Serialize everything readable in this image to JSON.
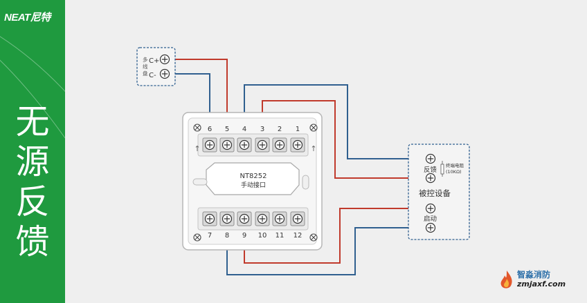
{
  "brand": {
    "logo_text": "NEAT尼特"
  },
  "sidebar": {
    "title_lines": [
      "无",
      "源",
      "反",
      "馈"
    ]
  },
  "bus_box": {
    "label_chars": [
      "多",
      "线",
      "盘"
    ],
    "c_plus": "C+",
    "c_minus": "C-"
  },
  "module": {
    "model": "NT8252",
    "name": "手动接口",
    "top_terminals": [
      "6",
      "5",
      "4",
      "3",
      "2",
      "1"
    ],
    "bottom_terminals": [
      "7",
      "8",
      "9",
      "10",
      "11",
      "12"
    ]
  },
  "device": {
    "title": "被控设备",
    "feedback_label": "反馈",
    "resistor_label": [
      "终端电阻",
      "(10KΩ)"
    ],
    "start_label": "启动"
  },
  "watermark": {
    "name": "智淼消防",
    "url": "zmjaxf.com"
  },
  "colors": {
    "sidebar_green": "#1f9a3f",
    "wire_red": "#c0392b",
    "wire_blue": "#2f5f8f",
    "box_border": "#2f5f8f"
  }
}
